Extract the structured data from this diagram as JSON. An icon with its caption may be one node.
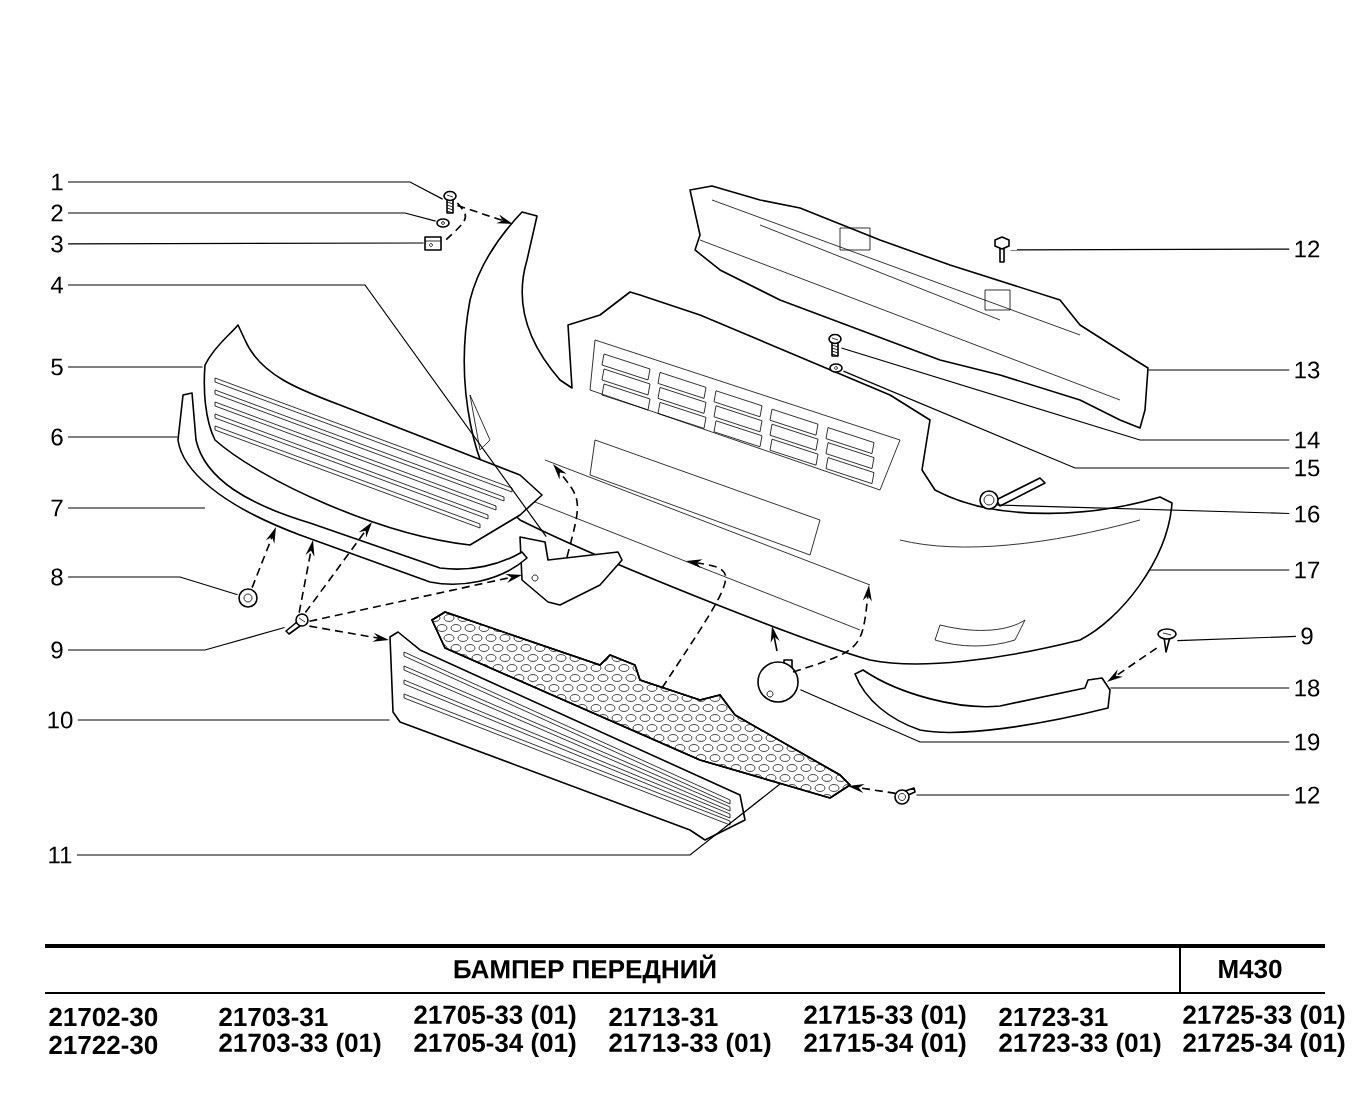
{
  "diagram": {
    "nodes": [
      {
        "text": [
          "1"
        ]
      },
      {
        "text": [
          "2"
        ]
      },
      {
        "text": [
          "3"
        ]
      },
      {
        "text": [
          "4"
        ]
      },
      {
        "text": [
          "5"
        ]
      },
      {
        "text": [
          "6"
        ]
      },
      {
        "text": [
          "7"
        ]
      },
      {
        "text": [
          "8"
        ]
      },
      {
        "text": [
          "9"
        ]
      },
      {
        "text": [
          "10"
        ]
      },
      {
        "text": [
          "11"
        ]
      },
      {
        "text": [
          "12"
        ]
      },
      {
        "text": [
          "13"
        ]
      },
      {
        "text": [
          "14"
        ]
      },
      {
        "text": [
          "15"
        ]
      },
      {
        "text": [
          "16"
        ]
      },
      {
        "text": [
          "17"
        ]
      },
      {
        "text": [
          "9"
        ]
      },
      {
        "text": [
          "18"
        ]
      },
      {
        "text": [
          "19"
        ]
      },
      {
        "text": [
          "12"
        ]
      },
      {
        "text": [],
        "shape": "picture"
      },
      {
        "text": [],
        "shape": "picture"
      },
      {
        "text": [],
        "shape": "picture"
      },
      {
        "text": [],
        "shape": "picture"
      },
      {
        "text": [],
        "shape": "picture"
      },
      {
        "text": [],
        "shape": "picture"
      },
      {
        "text": [],
        "shape": "picture"
      },
      {
        "text": [],
        "shape": "picture"
      },
      {
        "text": [],
        "shape": "picture"
      },
      {
        "text": [],
        "shape": "picture"
      },
      {
        "text": [],
        "shape": "picture"
      },
      {
        "text": [],
        "shape": "picture"
      },
      {
        "text": [],
        "shape": "picture"
      },
      {
        "text": [],
        "shape": "picture"
      },
      {
        "text": [],
        "shape": "picture"
      },
      {
        "text": [],
        "shape": "picture"
      },
      {
        "text": [],
        "shape": "picture"
      },
      {
        "text": [],
        "shape": "picture"
      },
      {
        "text": [],
        "shape": "picture"
      },
      {
        "text": [],
        "shape": "picture"
      }
    ],
    "edges": [
      {
        "from": 0,
        "to": 21,
        "arrow": "none"
      },
      {
        "from": 1,
        "to": 22,
        "arrow": "none"
      },
      {
        "from": 2,
        "to": 23,
        "arrow": "none"
      },
      {
        "from": 3,
        "to": 24,
        "arrow": "none"
      },
      {
        "from": 4,
        "to": 25,
        "arrow": "none"
      },
      {
        "from": 5,
        "to": 26,
        "arrow": "none"
      },
      {
        "from": 6,
        "to": null,
        "arrow": "none"
      },
      {
        "from": 7,
        "to": 27,
        "arrow": "none"
      },
      {
        "from": 8,
        "to": 28,
        "arrow": "none"
      },
      {
        "from": 9,
        "to": 29,
        "arrow": "none"
      },
      {
        "from": 10,
        "to": 30,
        "arrow": "none"
      },
      {
        "from": 11,
        "to": 31,
        "arrow": "none"
      },
      {
        "from": 12,
        "to": 32,
        "arrow": "none"
      },
      {
        "from": 13,
        "to": 33,
        "arrow": "none"
      },
      {
        "from": 14,
        "to": 34,
        "arrow": "none"
      },
      {
        "from": 15,
        "to": 35,
        "arrow": "none"
      },
      {
        "from": 16,
        "to": 36,
        "arrow": "none"
      },
      {
        "from": 17,
        "to": 37,
        "arrow": "none"
      },
      {
        "from": 18,
        "to": 38,
        "arrow": "none"
      },
      {
        "from": 19,
        "to": 39,
        "arrow": "none"
      },
      {
        "from": 20,
        "to": 40,
        "arrow": "none"
      },
      {
        "from": 21,
        "to": 36,
        "arrow": "to",
        "style": "dashed"
      },
      {
        "from": 21,
        "to": 23,
        "arrow": "none",
        "style": "dashed"
      },
      {
        "from": 27,
        "to": 26,
        "arrow": "to",
        "style": "dashed"
      },
      {
        "from": 28,
        "to": 26,
        "arrow": "to",
        "style": "dashed"
      },
      {
        "from": 28,
        "to": 25,
        "arrow": "to",
        "style": "dashed"
      },
      {
        "from": 28,
        "to": 24,
        "arrow": "to",
        "style": "dashed"
      },
      {
        "from": 28,
        "to": 29,
        "arrow": "to",
        "style": "dashed"
      },
      {
        "from": 24,
        "to": 36,
        "arrow": "to",
        "style": "dashed"
      },
      {
        "from": 30,
        "to": 36,
        "arrow": "to",
        "style": "dashed"
      },
      {
        "from": 39,
        "to": 36,
        "arrow": "to",
        "style": "dashed"
      },
      {
        "from": 37,
        "to": 38,
        "arrow": "to",
        "style": "dashed"
      },
      {
        "from": 40,
        "to": 30,
        "arrow": "to",
        "style": "dashed"
      }
    ],
    "labels": [
      "БАМПЕР ПЕРЕДНИЙ",
      "M430",
      "21702-30",
      "21703-31",
      "21705-33 (01)",
      "21713-31",
      "21715-33 (01)",
      "21723-31",
      "21725-33 (01)",
      "21722-30",
      "21703-33 (01)",
      "21705-34 (01)",
      "21713-33 (01)",
      "21715-34 (01)",
      "21723-33 (01)",
      "21725-34 (01)"
    ]
  }
}
